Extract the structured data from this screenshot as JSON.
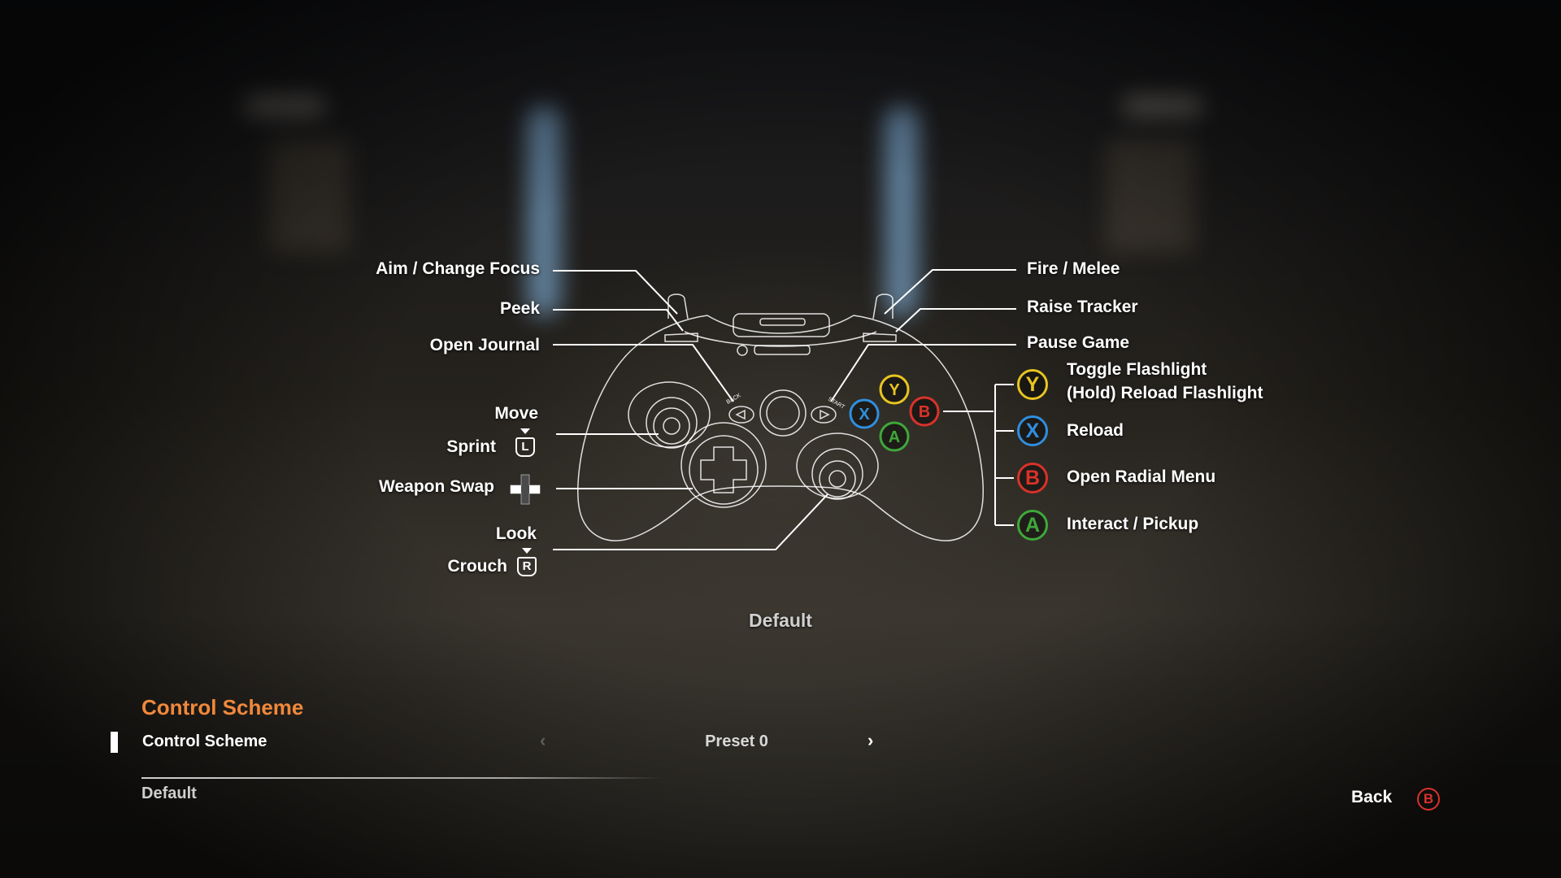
{
  "colors": {
    "accent_orange": "#f0883a",
    "y_yellow": "#e8c420",
    "x_blue": "#2f8fe0",
    "b_red": "#d9322a",
    "a_green": "#3fa83a"
  },
  "controller": {
    "left_labels": {
      "aim": "Aim / Change Focus",
      "peek": "Peek",
      "journal": "Open Journal",
      "move": "Move",
      "sprint": "Sprint",
      "weapon_swap": "Weapon Swap",
      "look": "Look",
      "crouch": "Crouch"
    },
    "right_labels": {
      "fire": "Fire / Melee",
      "tracker": "Raise Tracker",
      "pause": "Pause Game",
      "y_line1": "Toggle Flashlight",
      "y_line2": "(Hold) Reload Flashlight",
      "reload": "Reload",
      "radial": "Open Radial Menu",
      "interact": "Interact / Pickup"
    },
    "glyphs": {
      "y": "Y",
      "x": "X",
      "b": "B",
      "a": "A",
      "lt": "L",
      "rt": "R",
      "back_small": "BACK",
      "start_small": "START"
    }
  },
  "scheme_preview_label": "Default",
  "menu": {
    "section_title": "Control Scheme",
    "option_label": "Control Scheme",
    "prev_arrow": "‹",
    "option_value": "Preset 0",
    "next_arrow": "›",
    "description": "Default"
  },
  "footer": {
    "back_label": "Back",
    "back_glyph": "B"
  }
}
